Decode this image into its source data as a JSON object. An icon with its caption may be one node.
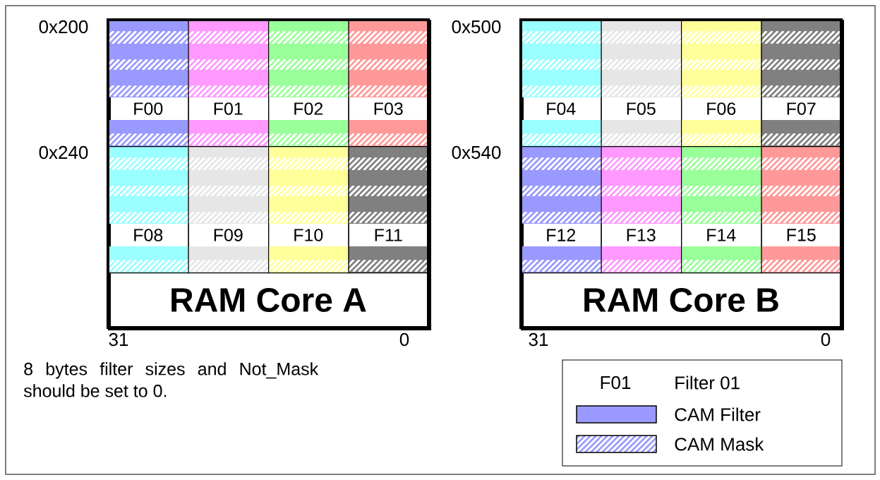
{
  "diagram": {
    "nodes": [
      {
        "text": [
          "RAM Core A"
        ]
      },
      {
        "text": [
          "F00"
        ],
        "in": 0
      },
      {
        "text": [
          "F01"
        ],
        "in": 0
      },
      {
        "text": [
          "F02"
        ],
        "in": 0
      },
      {
        "text": [
          "F03"
        ],
        "in": 0
      },
      {
        "text": [
          "F08"
        ],
        "in": 0
      },
      {
        "text": [
          "F09"
        ],
        "in": 0
      },
      {
        "text": [
          "F10"
        ],
        "in": 0
      },
      {
        "text": [
          "F11"
        ],
        "in": 0
      },
      {
        "text": [
          "RAM Core B"
        ]
      },
      {
        "text": [
          "F04"
        ],
        "in": 9
      },
      {
        "text": [
          "F05"
        ],
        "in": 9
      },
      {
        "text": [
          "F06"
        ],
        "in": 9
      },
      {
        "text": [
          "F07"
        ],
        "in": 9
      },
      {
        "text": [
          "F12"
        ],
        "in": 9
      },
      {
        "text": [
          "F13"
        ],
        "in": 9
      },
      {
        "text": [
          "F14"
        ],
        "in": 9
      },
      {
        "text": [
          "F15"
        ],
        "in": 9
      }
    ],
    "labels": [
      "0x200",
      "0x500",
      "0x240",
      "0x540",
      "31",
      "0",
      "31",
      "0",
      "8 bytes filter sizes and Not_Mask should be set to 0.",
      "F01"
    ],
    "legend": [
      {
        "text": "Filter 01"
      },
      {
        "text": "CAM Filter",
        "color": "#9999ff"
      },
      {
        "text": "CAM Mask"
      }
    ]
  }
}
